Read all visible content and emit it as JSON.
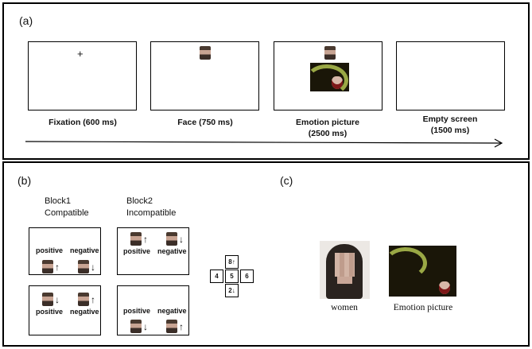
{
  "panel_a": {
    "label": "(a)",
    "fixation_symbol": "+",
    "captions": [
      "Fixation (600 ms)",
      "Face (750 ms)",
      "Emotion picture",
      "(2500 ms)",
      "Empty screen",
      "(1500 ms)"
    ]
  },
  "panel_b": {
    "label": "(b)",
    "block1": [
      "Block1",
      "Compatible"
    ],
    "block2": [
      "Block2",
      "Incompatible"
    ],
    "word_positive": "positive",
    "word_negative": "negative",
    "arrow_up": "↑",
    "arrow_down": "↓",
    "keypad": [
      "8↑",
      "4",
      "5",
      "6",
      "2↓"
    ]
  },
  "panel_c": {
    "label": "(c)",
    "captions": [
      "women",
      "Emotion picture"
    ]
  }
}
